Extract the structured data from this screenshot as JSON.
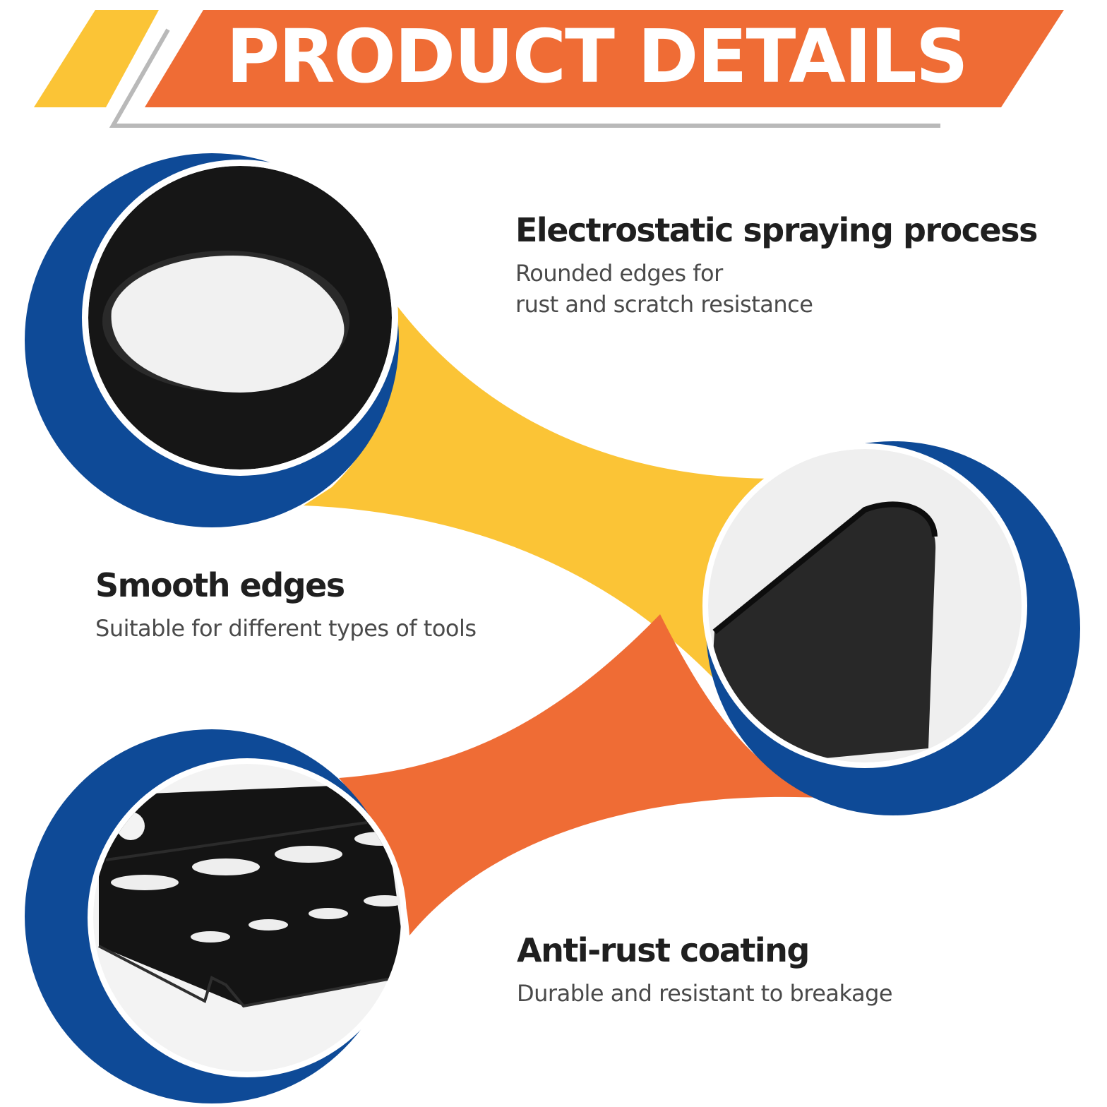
{
  "banner": {
    "title": "PRODUCT DETAILS",
    "colors": {
      "stripe": "#fbc436",
      "banner": "#ef6c35",
      "underline": "#b9b9b9"
    }
  },
  "features": [
    {
      "title": "Electrostatic spraying process",
      "description_lines": [
        "Rounded edges for",
        "rust and scratch resistance"
      ]
    },
    {
      "title": "Smooth edges",
      "description_lines": [
        "Suitable for different types of tools"
      ]
    },
    {
      "title": "Anti-rust coating",
      "description_lines": [
        "Durable and resistant to breakage"
      ]
    }
  ],
  "colors": {
    "ring": "#0e4a97",
    "ribbon_yellow": "#fbc436",
    "ribbon_orange": "#ef6c35",
    "product_black": "#161616"
  },
  "icons": [
    "ring-hole-closeup",
    "corner-edge-closeup",
    "perforated-panel-closeup"
  ]
}
